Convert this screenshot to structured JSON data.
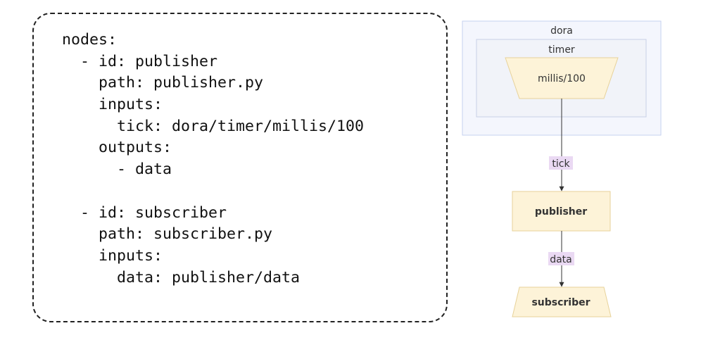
{
  "code": {
    "lines": [
      "nodes:",
      "  - id: publisher",
      "    path: publisher.py",
      "    inputs:",
      "      tick: dora/timer/millis/100",
      "    outputs:",
      "      - data",
      "",
      "  - id: subscriber",
      "    path: subscriber.py",
      "    inputs:",
      "      data: publisher/data"
    ]
  },
  "diagram": {
    "outer_group_label": "dora",
    "inner_group_label": "timer",
    "timer_node_label": "millis/100",
    "edge_tick_label": "tick",
    "publisher_node_label": "publisher",
    "edge_data_label": "data",
    "subscriber_node_label": "subscriber",
    "colors": {
      "group_fill": "#f4f6fd",
      "group_stroke": "#c6d1f0",
      "inner_fill": "#f1f3f9",
      "inner_stroke": "#c9d0e6",
      "node_fill": "#fdf3d8",
      "node_stroke": "#e7d29a",
      "edge_label_fill": "#ead9f3",
      "edge_stroke": "#333333",
      "text": "#333333"
    }
  }
}
